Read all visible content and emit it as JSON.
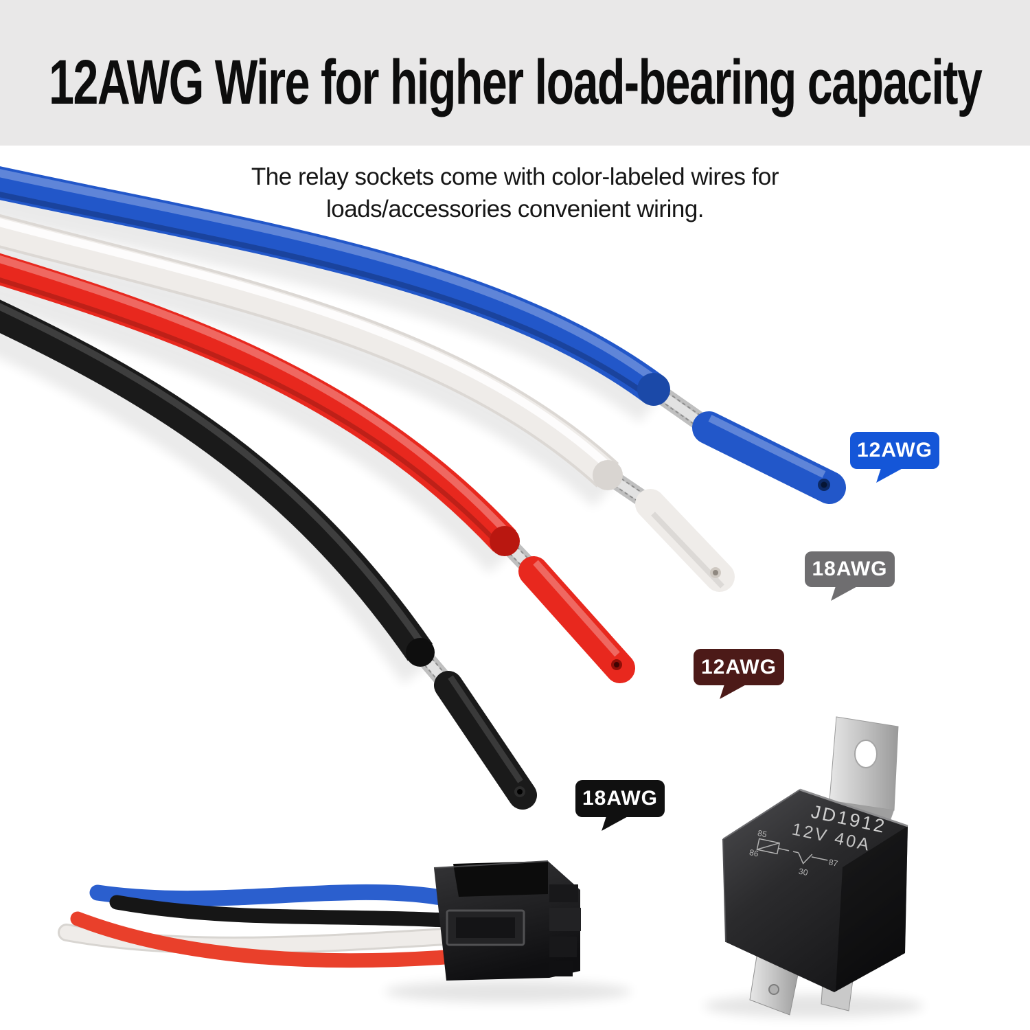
{
  "header": {
    "title": "12AWG Wire for higher load-bearing capacity",
    "bg_color": "#e9e8e8",
    "text_color": "#0d0d0d"
  },
  "subtitle": {
    "line1": "The relay sockets come with color-labeled wires for",
    "line2": "loads/accessories convenient wiring."
  },
  "badges": [
    {
      "label": "12AWG",
      "color": "#1456d8",
      "wire": "blue"
    },
    {
      "label": "18AWG",
      "color": "#6f6e70",
      "wire": "white"
    },
    {
      "label": "12AWG",
      "color": "#4c1a18",
      "wire": "red"
    },
    {
      "label": "18AWG",
      "color": "#101010",
      "wire": "black"
    }
  ],
  "wires": {
    "blue": {
      "gauge": "12AWG",
      "color": "#2257c9"
    },
    "white": {
      "gauge": "18AWG",
      "color": "#efece9"
    },
    "red": {
      "gauge": "12AWG",
      "color": "#e8281e"
    },
    "black": {
      "gauge": "18AWG",
      "color": "#1a1a1a"
    }
  },
  "relay": {
    "model": "JD1912",
    "rating": "12V 40A",
    "pin_85": "85",
    "pin_86": "86",
    "pin_30": "30",
    "pin_87": "87"
  }
}
